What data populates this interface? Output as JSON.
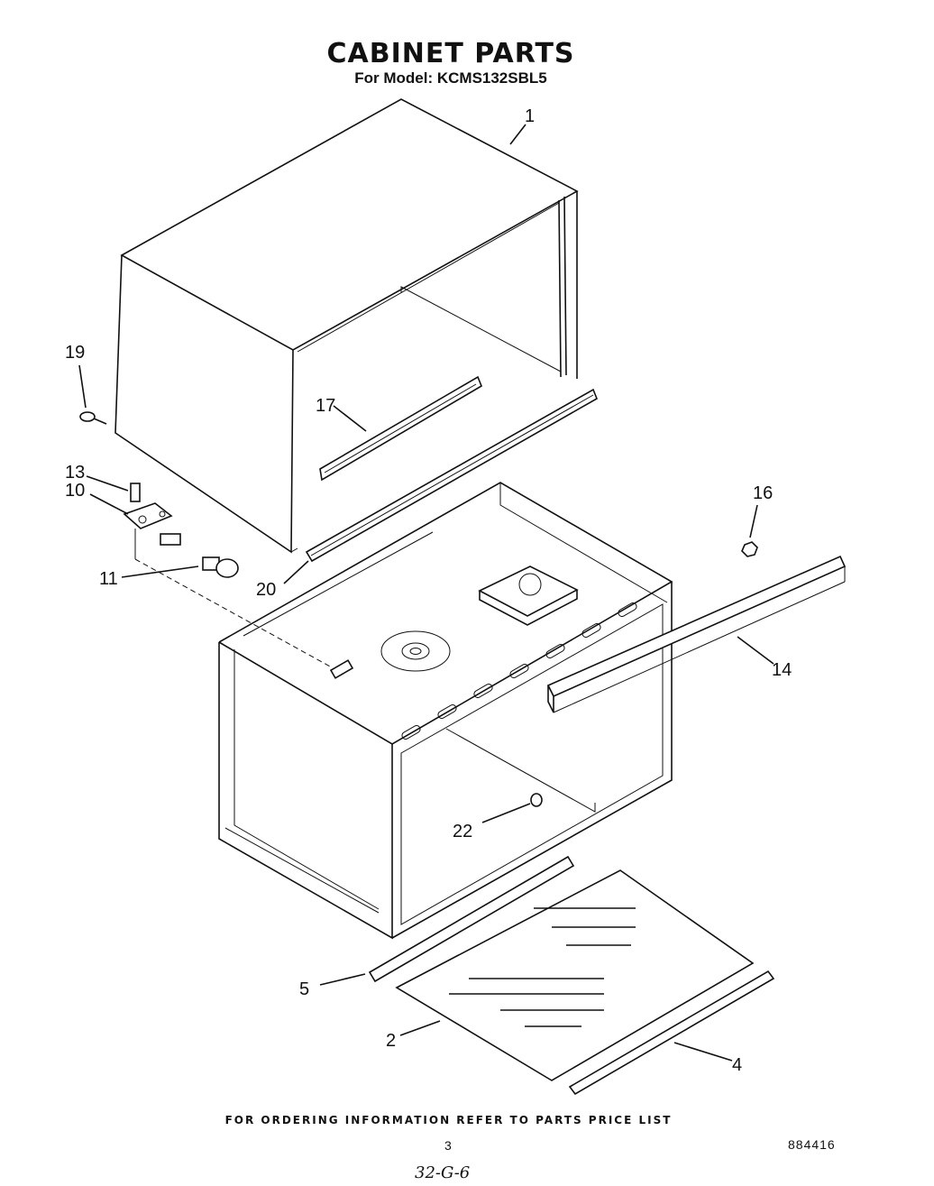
{
  "header": {
    "title": "CABINET PARTS",
    "subtitle": "For Model: KCMS132SBL5"
  },
  "callouts": [
    {
      "id": "1",
      "label": "1"
    },
    {
      "id": "19",
      "label": "19"
    },
    {
      "id": "17",
      "label": "17"
    },
    {
      "id": "13",
      "label": "13"
    },
    {
      "id": "10",
      "label": "10"
    },
    {
      "id": "16",
      "label": "16"
    },
    {
      "id": "11",
      "label": "11"
    },
    {
      "id": "20",
      "label": "20"
    },
    {
      "id": "14",
      "label": "14"
    },
    {
      "id": "22",
      "label": "22"
    },
    {
      "id": "5",
      "label": "5"
    },
    {
      "id": "2",
      "label": "2"
    },
    {
      "id": "4",
      "label": "4"
    }
  ],
  "footer": {
    "note": "FOR ORDERING INFORMATION REFER TO PARTS PRICE LIST",
    "page_number": "3",
    "document_number": "884416",
    "handwritten": "32-G-6"
  }
}
